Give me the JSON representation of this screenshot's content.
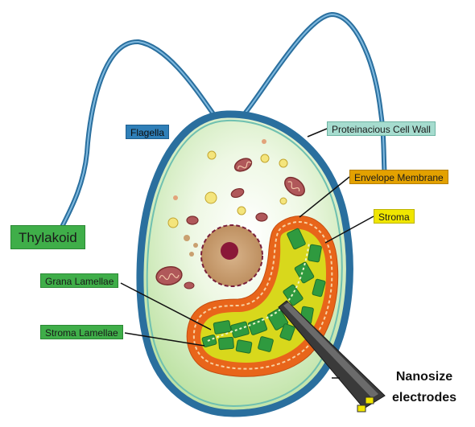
{
  "labels": {
    "flagella": "Flagella",
    "cell_wall": "Proteinacious Cell Wall",
    "envelope_membrane": "Envelope Membrane",
    "stroma": "Stroma",
    "thylakoid": "Thylakoid",
    "grana_lamellae": "Grana Lamellae",
    "stroma_lamellae": "Stroma Lamellae",
    "nanosize_electrodes": "Nanosize electrodes"
  },
  "colors": {
    "cell_wall": "#2a6f9e",
    "cytoplasm": "#c9ebb3",
    "nucleus": "#c9a070",
    "chloroplast_envelope": "#e8651a",
    "stroma": "#d8d81c",
    "grana": "#2f9a3f",
    "mitochondria": "#b0585a",
    "electrode": "#3a3a3a",
    "electrode_tip": "#f2e600"
  }
}
